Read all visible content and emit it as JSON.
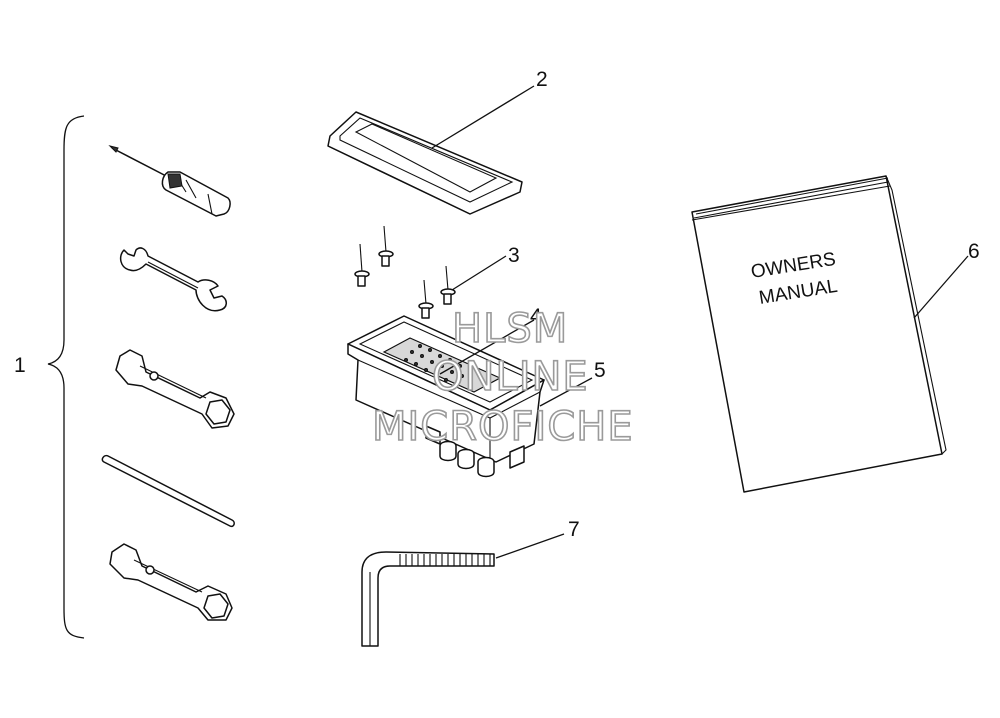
{
  "callouts": [
    {
      "id": "1",
      "label": "1"
    },
    {
      "id": "2",
      "label": "2"
    },
    {
      "id": "3",
      "label": "3"
    },
    {
      "id": "4",
      "label": "4"
    },
    {
      "id": "5",
      "label": "5"
    },
    {
      "id": "6",
      "label": "6"
    },
    {
      "id": "7",
      "label": "7"
    }
  ],
  "manual": {
    "line1": "OWNERS",
    "line2": "MANUAL"
  },
  "watermark": {
    "line1": "HLSM",
    "line2": "ONLINE",
    "line3": "MICROFICHE"
  }
}
